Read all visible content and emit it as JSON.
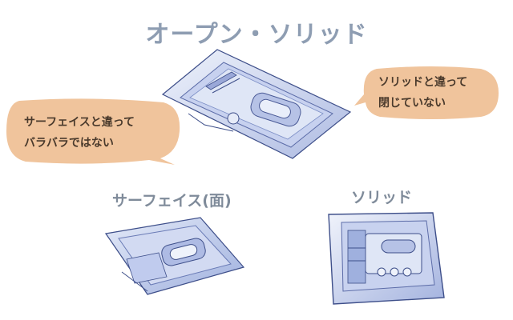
{
  "title": "オープン・ソリッド",
  "bubble_left": {
    "line1": "サーフェイスと違って",
    "line2": "バラバラではない"
  },
  "bubble_right": {
    "line1": "ソリッドと違って",
    "line2": "閉じていない"
  },
  "labels": {
    "surface": "サーフェイス(面)",
    "solid": "ソリッド"
  },
  "colors": {
    "title": "#8e9db2",
    "bubble": "#f0c49c",
    "model_light": "#dfe6f6",
    "model_mid": "#b6c2e6",
    "model_dark": "#7d8fc6",
    "edge": "#3e4f8a"
  }
}
